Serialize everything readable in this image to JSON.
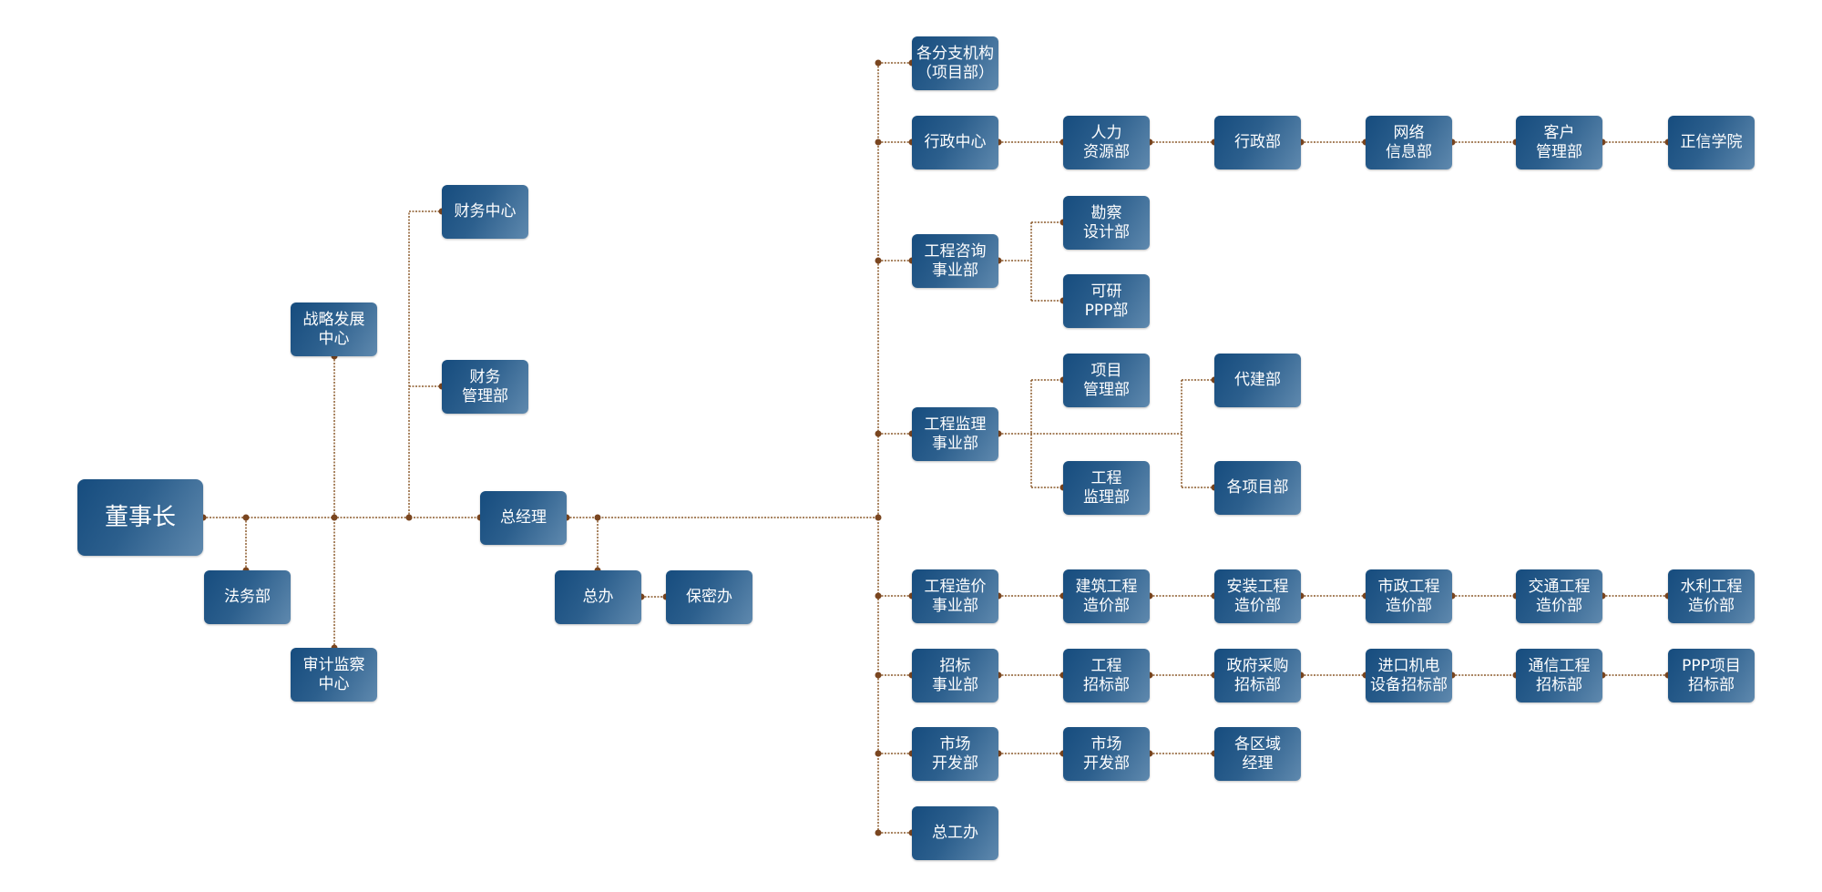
{
  "colors": {
    "connector": "#8b5a2b",
    "dot": "#7a4620",
    "box_start": "#164c7e",
    "box_end": "#5f89ae"
  },
  "nodes": {
    "chairman": "董事长",
    "legal": "法务部",
    "strategy": "战略发展\n中心",
    "audit": "审计监察\n中心",
    "finance_center": "财务中心",
    "finance_mgmt": "财务\n管理部",
    "gm": "总经理",
    "general_office": "总办",
    "secrecy": "保密办",
    "branches": "各分支机构\n（项目部）",
    "admin_center": "行政中心",
    "hr": "人力\n资源部",
    "admin_dept": "行政部",
    "network": "网络\n信息部",
    "customer": "客户\n管理部",
    "academy": "正信学院",
    "consulting": "工程咨询\n事业部",
    "survey": "勘察\n设计部",
    "feasibility": "可研\nPPP部",
    "supervision": "工程监理\n事业部",
    "project_mgmt": "项目\n管理部",
    "eng_supervision": "工程\n监理部",
    "agent_build": "代建部",
    "project_depts": "各项目部",
    "cost": "工程造价\n事业部",
    "cost_building": "建筑工程\n造价部",
    "cost_install": "安装工程\n造价部",
    "cost_municipal": "市政工程\n造价部",
    "cost_transport": "交通工程\n造价部",
    "cost_water": "水利工程\n造价部",
    "bidding": "招标\n事业部",
    "bid_eng": "工程\n招标部",
    "bid_gov": "政府采购\n招标部",
    "bid_import": "进口机电\n设备招标部",
    "bid_telecom": "通信工程\n招标部",
    "bid_ppp": "PPP项目\n招标部",
    "market": "市场\n开发部",
    "market_dev": "市场\n开发部",
    "regional": "各区域\n经理",
    "chief_engineer": "总工办"
  }
}
